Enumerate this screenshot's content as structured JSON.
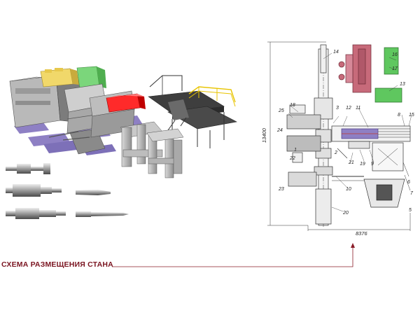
{
  "caption": "СХЕМА РАЗМЕЩЕНИЯ СТАНА",
  "plan": {
    "dim_width": "8376",
    "dim_height": "13400",
    "labels": [
      "1",
      "2",
      "3",
      "5",
      "6",
      "7",
      "8",
      "9",
      "10",
      "11",
      "12",
      "13",
      "14",
      "15",
      "16",
      "17",
      "18",
      "19",
      "20",
      "21",
      "22",
      "23",
      "24",
      "25"
    ]
  },
  "colors": {
    "caption": "#7a1420",
    "callout_line": "#8a1c28",
    "pink_unit": "#c76a7a",
    "green_unit": "#5fc75f",
    "purple_band": "#8e80c4"
  }
}
